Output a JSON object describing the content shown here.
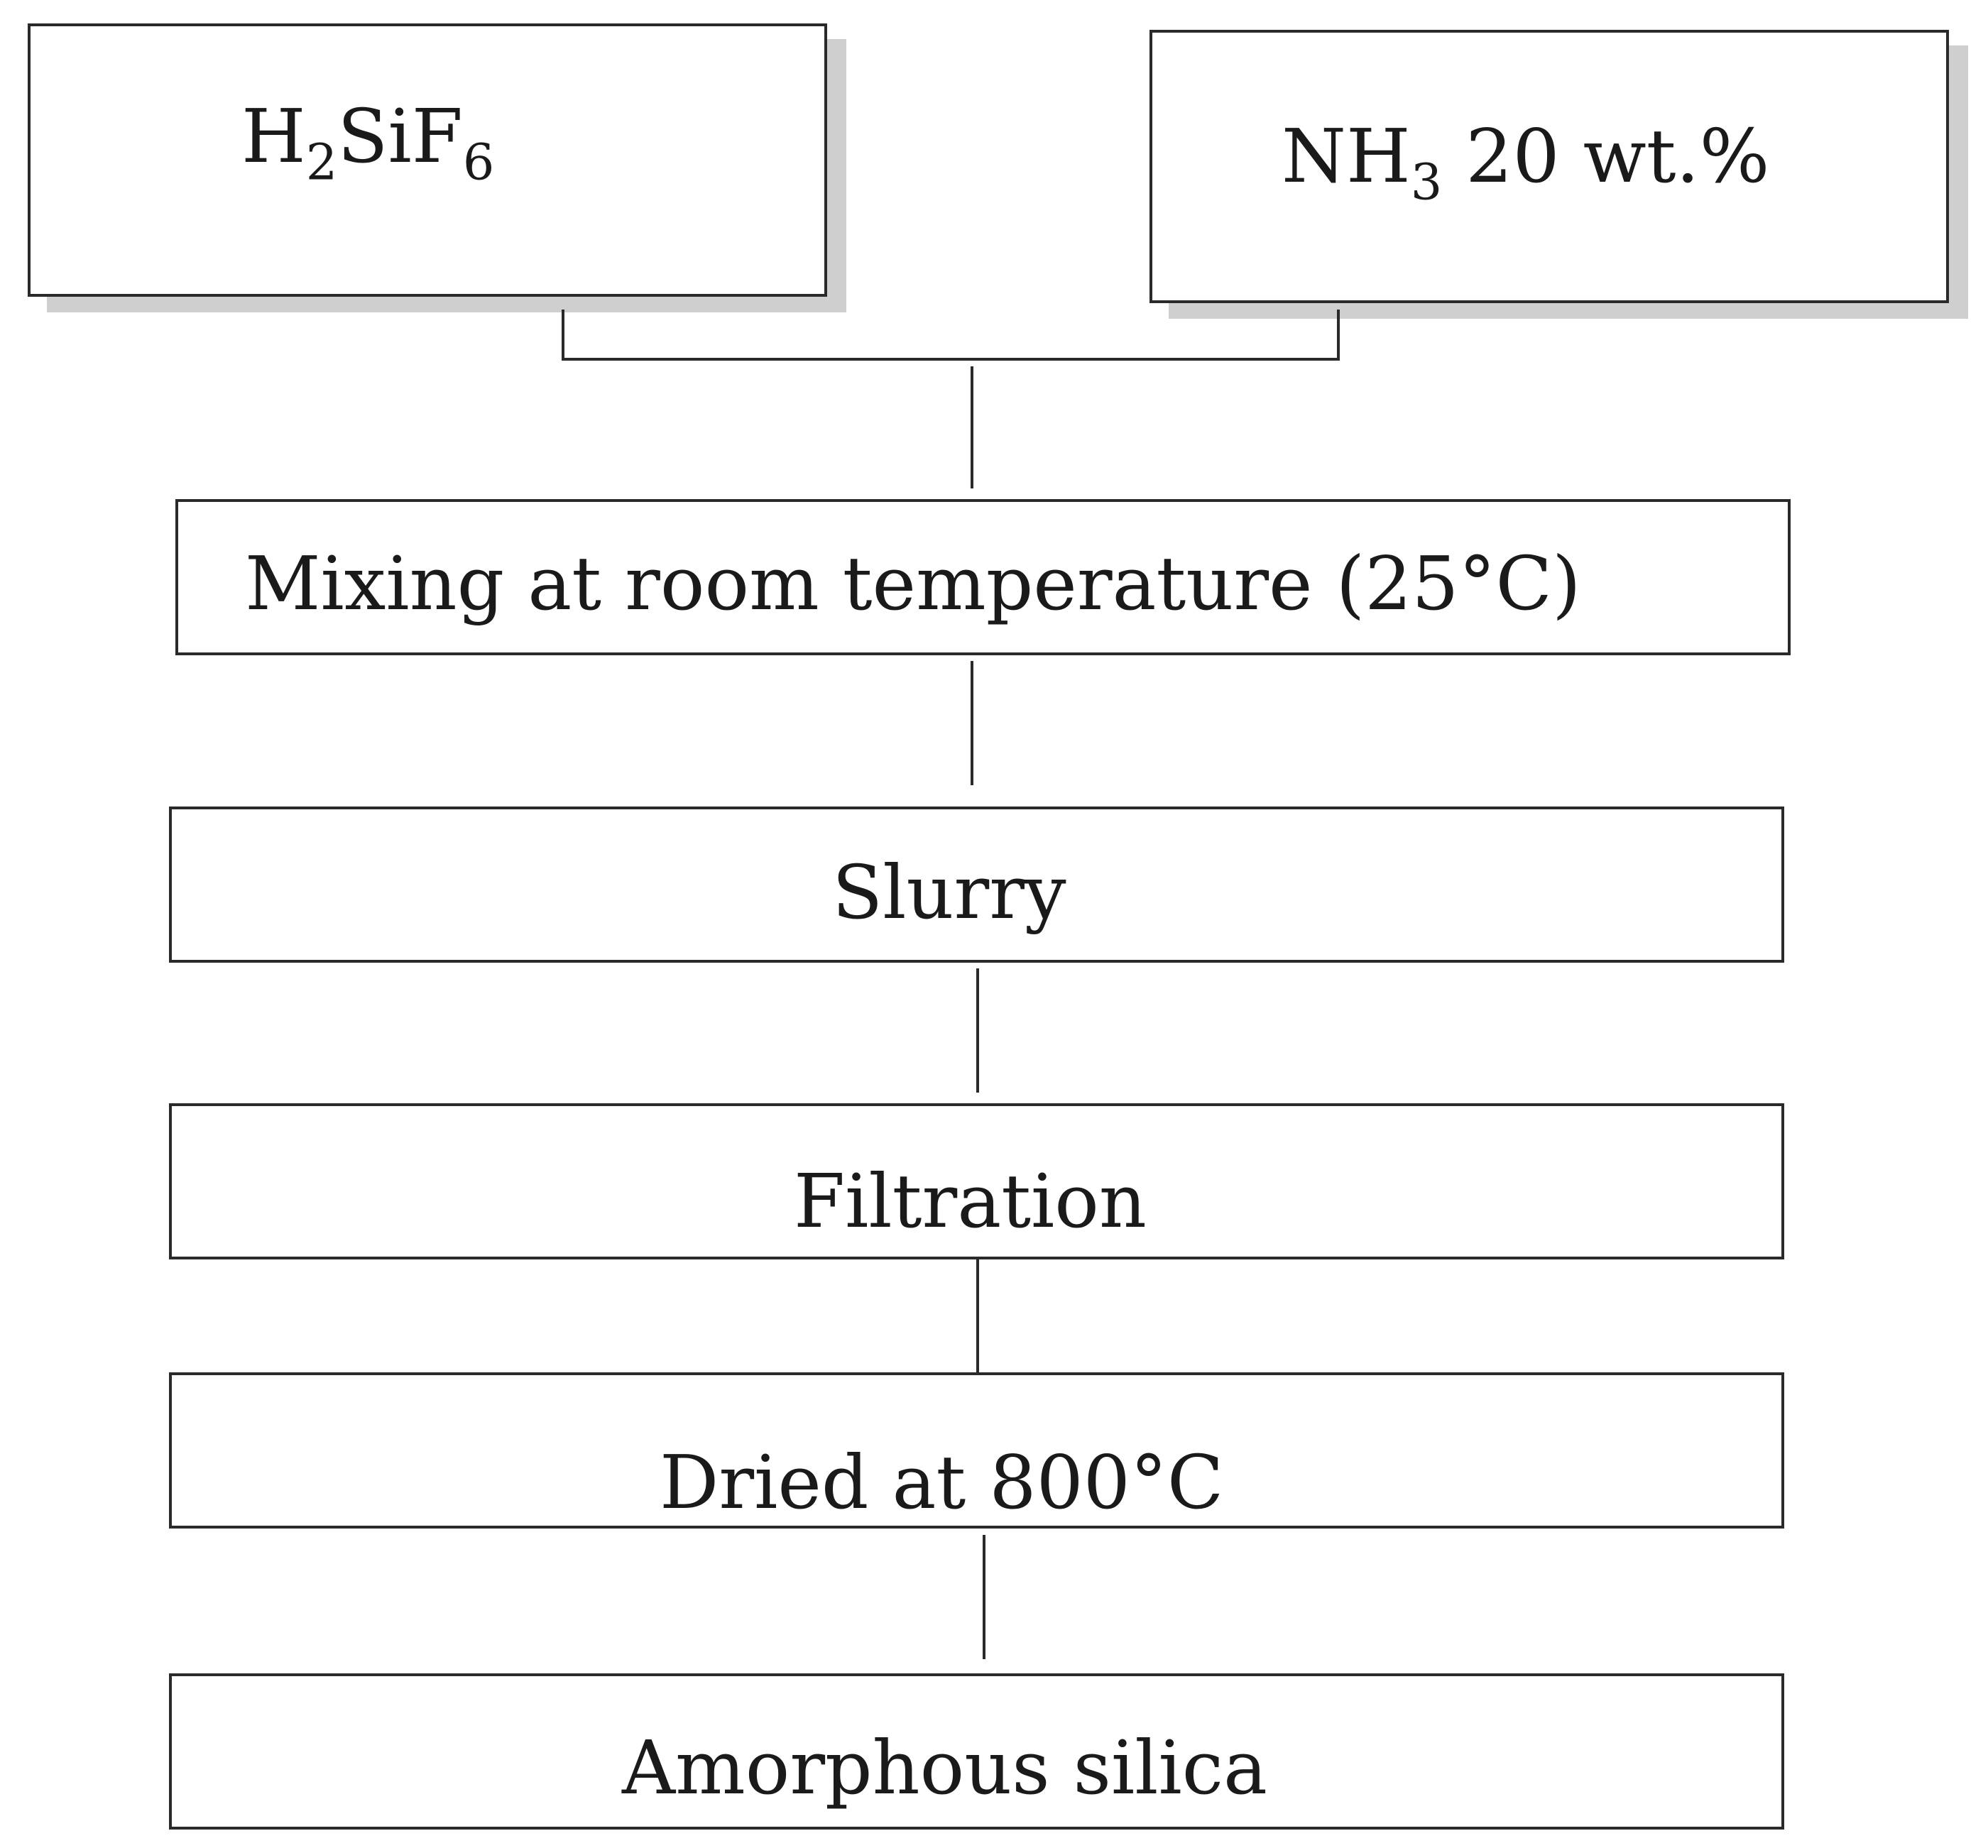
{
  "diagram": {
    "inputs": {
      "left": {
        "base1": "H",
        "sub1": "2",
        "base2": "SiF",
        "sub2": "6"
      },
      "right": {
        "base1": "NH",
        "sub1": "3",
        "rest": " 20 wt.%"
      }
    },
    "steps": [
      {
        "label": "Mixing at room temperature (25°C)"
      },
      {
        "label": "Slurry"
      },
      {
        "label": "Filtration"
      },
      {
        "label": "Dried at 800°C"
      },
      {
        "label": "Amorphous silica"
      }
    ]
  }
}
